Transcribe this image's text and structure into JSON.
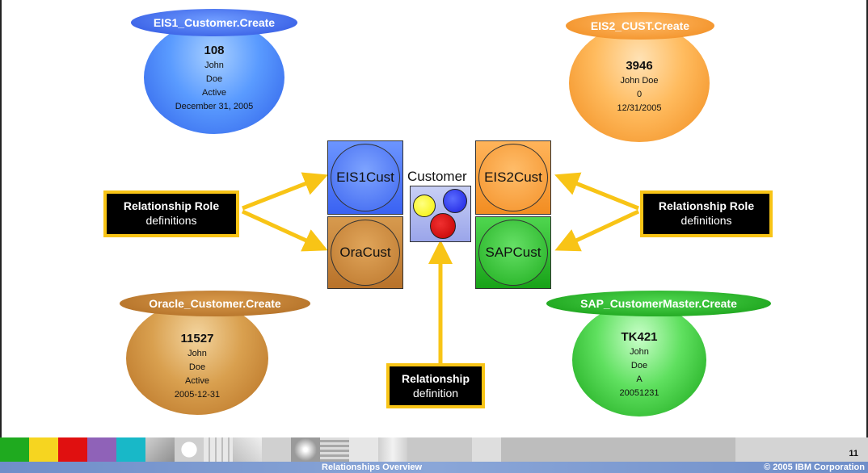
{
  "bubbles": {
    "eis1": {
      "caption": "EIS1_Customer.Create",
      "lines": [
        "108",
        "John",
        "Doe",
        "Active",
        "December 31, 2005"
      ]
    },
    "eis2": {
      "caption": "EIS2_CUST.Create",
      "lines": [
        "3946",
        "John Doe",
        "0",
        "12/31/2005"
      ]
    },
    "oracle": {
      "caption": "Oracle_Customer.Create",
      "lines": [
        "11527",
        "John",
        "Doe",
        "Active",
        "2005-12-31"
      ]
    },
    "sap": {
      "caption": "SAP_CustomerMaster.Create",
      "lines": [
        "TK421",
        "John",
        "Doe",
        "A",
        "20051231"
      ]
    }
  },
  "center": {
    "eis1cust": "EIS1Cust",
    "eis2cust": "EIS2Cust",
    "oracust": "OraCust",
    "sapcust": "SAPCust",
    "customer": "Customer"
  },
  "labels": {
    "role_left": {
      "strong": "Relationship Role",
      "normal": "definitions"
    },
    "role_right": {
      "strong": "Relationship Role",
      "normal": "definitions"
    },
    "relationship": {
      "strong": "Relationship",
      "normal": "definition"
    }
  },
  "footer": {
    "title": "Relationships Overview",
    "copyright": "© 2005 IBM Corporation",
    "page": "11"
  },
  "colors": {
    "arrow": "#f8c416",
    "blue": "#2f5fe8",
    "orange": "#f08a1c",
    "brown": "#b66f22",
    "green": "#16a316"
  }
}
